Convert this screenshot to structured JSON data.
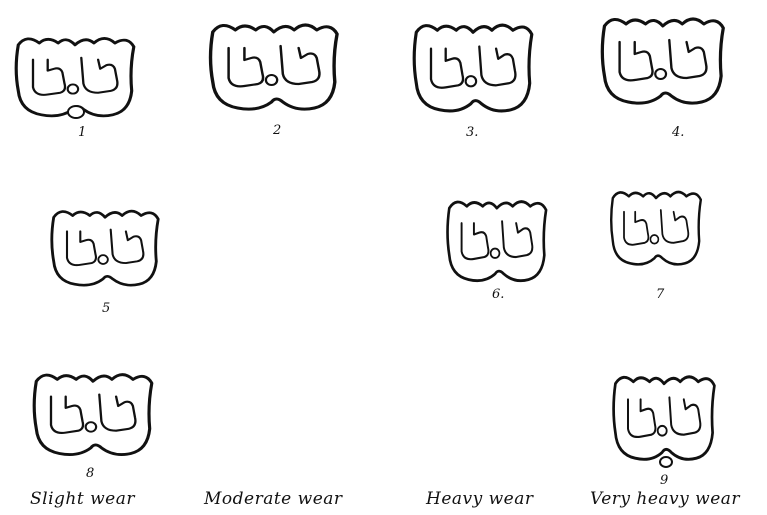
{
  "figures": [
    {
      "number": "1"
    },
    {
      "number": "2"
    },
    {
      "number": "3."
    },
    {
      "number": "4."
    },
    {
      "number": "5"
    },
    {
      "number": "6."
    },
    {
      "number": "7"
    },
    {
      "number": "8"
    },
    {
      "number": "9"
    }
  ],
  "wear_labels": [
    "Slight wear",
    "Moderate wear",
    "Heavy wear",
    "Very heavy wear"
  ]
}
